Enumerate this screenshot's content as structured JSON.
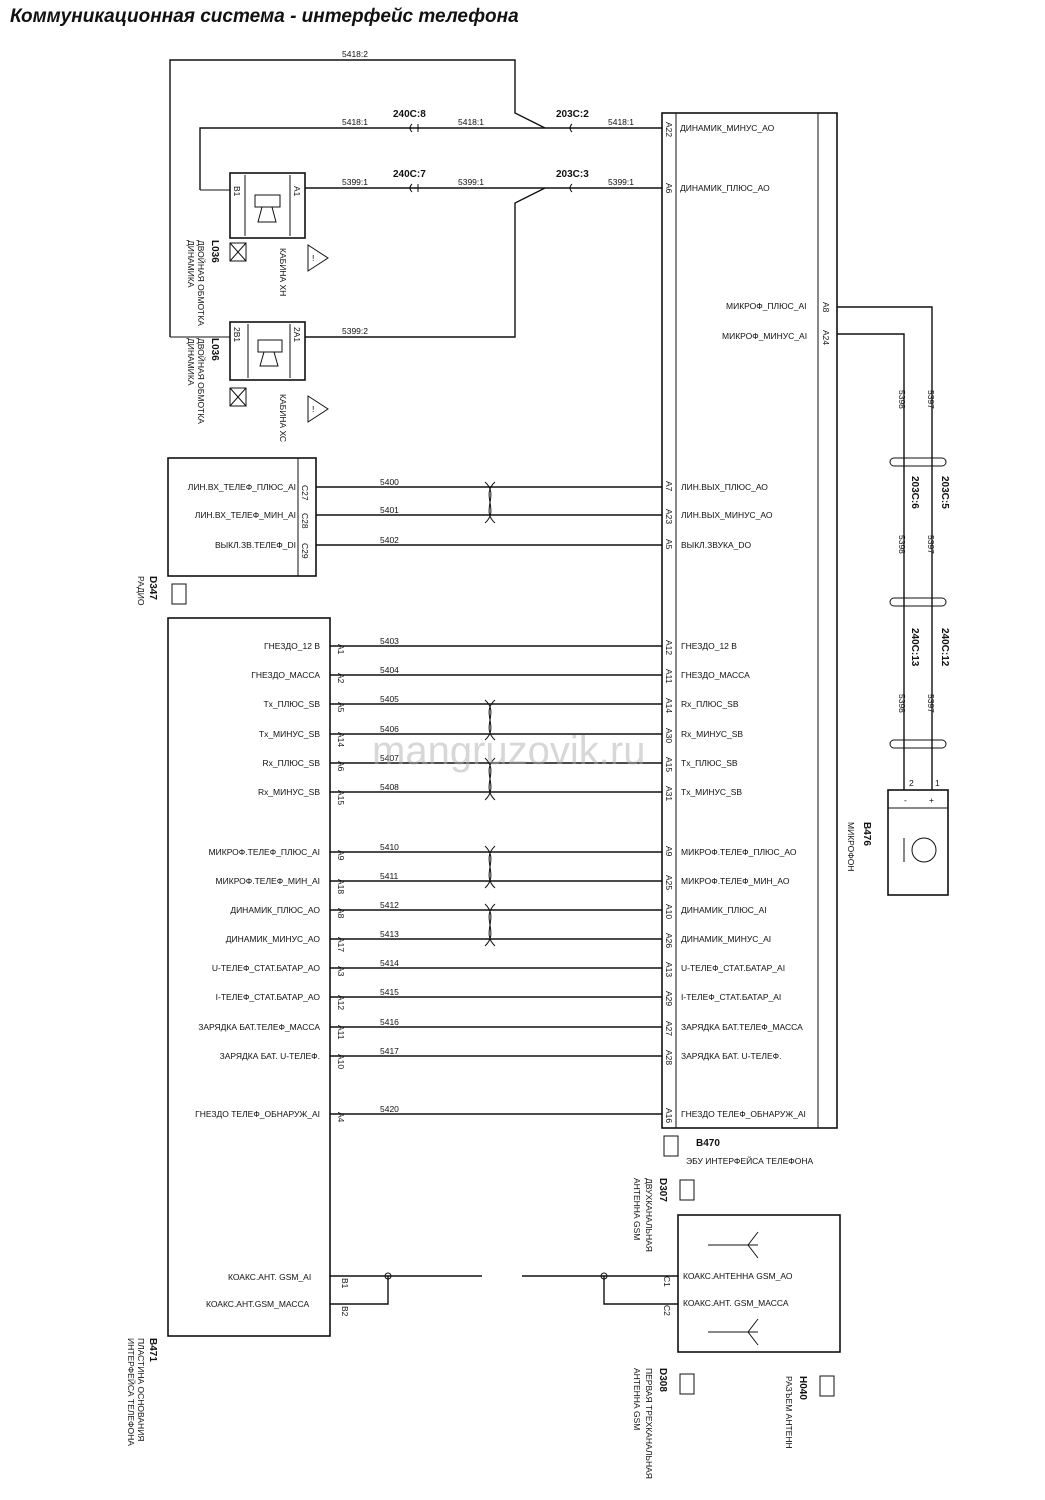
{
  "title": "Коммуникационная система - интерфейс телефона",
  "watermark": "mangruzovik.ru",
  "speaker_wires": {
    "top_loop": "5418:2",
    "minus_left": "5418:1",
    "minus_mid": "5418:1",
    "minus_right": "5418:1",
    "plus_left": "5399:1",
    "plus_mid": "5399:1",
    "plus_right": "5399:1",
    "bottom_loop": "5399:2",
    "conn_minus_1": "240C:8",
    "conn_minus_2": "203C:2",
    "conn_plus_1": "240C:7",
    "conn_plus_2": "203C:3"
  },
  "speakers": [
    {
      "pin_left": "B1",
      "pin_right": "A1",
      "code": "L036",
      "desc1": "ДВОЙНАЯ ОБМОТКА",
      "desc2": "ДИНАМИКА",
      "location": "КАБИНА ХН"
    },
    {
      "pin_left": "2B1",
      "pin_right": "2A1",
      "code": "L036",
      "desc1": "ДВОЙНАЯ ОБМОТКА",
      "desc2": "ДИНАМИКА",
      "location": "КАБИНА ХС"
    }
  ],
  "ecu_top": [
    {
      "pin": "A22",
      "label": "ДИНАМИК_МИНУС_АО"
    },
    {
      "pin": "A6",
      "label": "ДИНАМИК_ПЛЮС_АО"
    }
  ],
  "mic_pins": [
    {
      "pin": "A8",
      "label": "МИКРОФ_ПЛЮС_AI"
    },
    {
      "pin": "A24",
      "label": "МИКРОФ_МИНУС_AI"
    }
  ],
  "mic_wires": {
    "left": "5398",
    "right": "5397"
  },
  "mic_connectors": [
    {
      "left": "203C:6",
      "right": "203C:5"
    },
    {
      "left": "240C:13",
      "right": "240C:12"
    }
  ],
  "mic": {
    "code": "B476",
    "name": "МИКРОФОН",
    "pin1": "1",
    "pin2": "2",
    "plus": "+",
    "minus": "-"
  },
  "radio": {
    "code": "D347",
    "name": "РАДИО",
    "rows": [
      {
        "label": "ЛИН.ВХ_ТЕЛЕФ_ПЛЮС_AI",
        "pin": "C27",
        "wire": "5400",
        "ecu_pin": "A7",
        "ecu_label": "ЛИН.ВЫХ_ПЛЮС_АО"
      },
      {
        "label": "ЛИН.ВХ_ТЕЛЕФ_МИН_AI",
        "pin": "C28",
        "wire": "5401",
        "ecu_pin": "A23",
        "ecu_label": "ЛИН.ВЫХ_МИНУС_АО"
      },
      {
        "label": "ВЫКЛ.ЗВ.ТЕЛЕФ_DI",
        "pin": "C29",
        "wire": "5402",
        "ecu_pin": "A5",
        "ecu_label": "ВЫКЛ.ЗВУКА_DO"
      }
    ]
  },
  "base_rows": [
    {
      "label": "ГНЕЗДО_12 В",
      "pin": "A1",
      "wire": "5403",
      "ecu_pin": "A12",
      "ecu_label": "ГНЕЗДО_12 В"
    },
    {
      "label": "ГНЕЗДО_МАССА",
      "pin": "A2",
      "wire": "5404",
      "ecu_pin": "A11",
      "ecu_label": "ГНЕЗДО_МАССА"
    },
    {
      "label": "Tx_ПЛЮС_SB",
      "pin": "A5",
      "wire": "5405",
      "ecu_pin": "A14",
      "ecu_label": "Rx_ПЛЮС_SB"
    },
    {
      "label": "Tx_МИНУС_SB",
      "pin": "A14",
      "wire": "5406",
      "ecu_pin": "A30",
      "ecu_label": "Rx_МИНУС_SB"
    },
    {
      "label": "Rx_ПЛЮС_SB",
      "pin": "A6",
      "wire": "5407",
      "ecu_pin": "A15",
      "ecu_label": "Tx_ПЛЮС_SB"
    },
    {
      "label": "Rx_МИНУС_SB",
      "pin": "A15",
      "wire": "5408",
      "ecu_pin": "A31",
      "ecu_label": "Tx_МИНУС_SB"
    },
    {
      "label": "МИКРОФ.ТЕЛЕФ_ПЛЮС_AI",
      "pin": "A9",
      "wire": "5410",
      "ecu_pin": "A9",
      "ecu_label": "МИКРОФ.ТЕЛЕФ_ПЛЮС_АО"
    },
    {
      "label": "МИКРОФ.ТЕЛЕФ_МИН_AI",
      "pin": "A18",
      "wire": "5411",
      "ecu_pin": "A25",
      "ecu_label": "МИКРОФ.ТЕЛЕФ_МИН_АО"
    },
    {
      "label": "ДИНАМИК_ПЛЮС_АО",
      "pin": "A8",
      "wire": "5412",
      "ecu_pin": "A10",
      "ecu_label": "ДИНАМИК_ПЛЮС_AI"
    },
    {
      "label": "ДИНАМИК_МИНУС_АО",
      "pin": "A17",
      "wire": "5413",
      "ecu_pin": "A26",
      "ecu_label": "ДИНАМИК_МИНУС_AI"
    },
    {
      "label": "U-ТЕЛЕФ_СТАТ.БАТАР_АО",
      "pin": "A3",
      "wire": "5414",
      "ecu_pin": "A13",
      "ecu_label": "U-ТЕЛЕФ_СТАТ.БАТАР_AI"
    },
    {
      "label": "I-ТЕЛЕФ_СТАТ.БАТАР_АО",
      "pin": "A12",
      "wire": "5415",
      "ecu_pin": "A29",
      "ecu_label": "I-ТЕЛЕФ_СТАТ.БАТАР_AI"
    },
    {
      "label": "ЗАРЯДКА БАТ.ТЕЛЕФ_МАССА",
      "pin": "A11",
      "wire": "5416",
      "ecu_pin": "A27",
      "ecu_label": "ЗАРЯДКА БАТ.ТЕЛЕФ_МАССА"
    },
    {
      "label": "ЗАРЯДКА БАТ. U-ТЕЛЕФ.",
      "pin": "A10",
      "wire": "5417",
      "ecu_pin": "A28",
      "ecu_label": "ЗАРЯДКА БАТ. U-ТЕЛЕФ."
    },
    {
      "label": "ГНЕЗДО ТЕЛЕФ_ОБНАРУЖ_AI",
      "pin": "A4",
      "wire": "5420",
      "ecu_pin": "A16",
      "ecu_label": "ГНЕЗДО ТЕЛЕФ_ОБНАРУЖ_AI"
    }
  ],
  "base_coax": [
    {
      "label": "КОАКС.АНТ. GSM_AI",
      "pin": "B1"
    },
    {
      "label": "КОАКС.АНТ.GSM_МАССА",
      "pin": "B2"
    }
  ],
  "base_plate": {
    "code": "B471",
    "line1": "ПЛАСТИНА ОСНОВАНИЯ",
    "line2": "ИНТЕРФЕЙСА ТЕЛЕФОНА"
  },
  "ecu": {
    "code": "B470",
    "name": "ЭБУ ИНТЕРФЕЙСА ТЕЛЕФОНА"
  },
  "antenna2": {
    "code": "D307",
    "line1": "ДВУХКАНАЛЬНАЯ",
    "line2": "АНТЕННА GSM"
  },
  "antenna3": {
    "code": "D308",
    "line1": "ПЕРВАЯ ТРЕХКАНАЛЬНАЯ",
    "line2": "АНТЕННА GSM"
  },
  "antenna_connector": {
    "code": "H040",
    "name": "РАЗЪЕМ АНТЕНН",
    "rows": [
      {
        "pin": "C1",
        "label": "КОАКС.АНТЕННА GSM_АО"
      },
      {
        "pin": "C2",
        "label": "КОАКС.АНТ. GSM_МАССА"
      }
    ]
  }
}
